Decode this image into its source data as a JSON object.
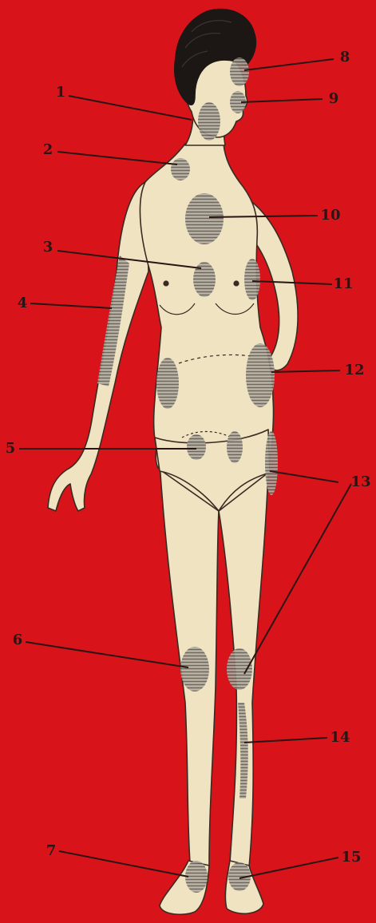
{
  "labels": [
    "1",
    "2",
    "3",
    "4",
    "5",
    "6",
    "7",
    "8",
    "9",
    "10",
    "11",
    "12",
    "13",
    "14",
    "15"
  ],
  "colors": {
    "background": "#d8141a",
    "skin": "#efe3c2",
    "hair": "#1c1614",
    "outline": "#3a2a22",
    "hatch": "#6f6a66",
    "ink": "#2a1414"
  }
}
